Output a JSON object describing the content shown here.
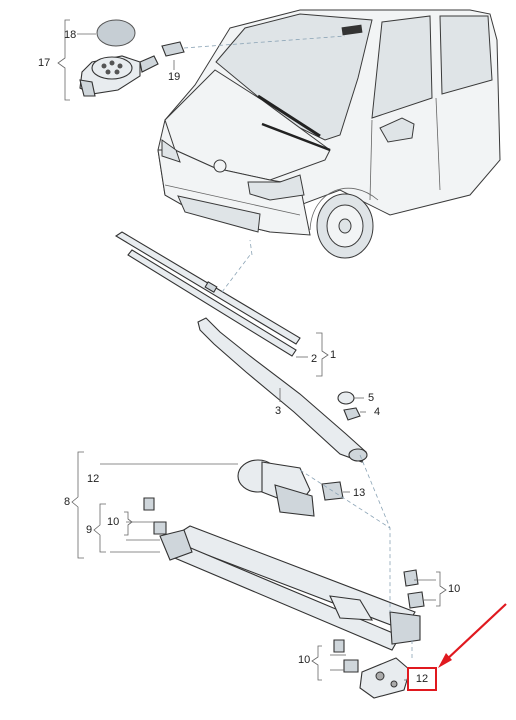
{
  "labels": {
    "l1": "1",
    "l2": "2",
    "l3": "3",
    "l4": "4",
    "l5": "5",
    "l8": "8",
    "l9": "9",
    "l10a": "10",
    "l10b": "10",
    "l10c": "10",
    "l12a": "12",
    "l12b": "12",
    "l13": "13",
    "l17": "17",
    "l18": "18",
    "l19": "19"
  },
  "colors": {
    "highlight": "#e0191f",
    "outline": "#333333",
    "part_fill": "#e8ecef"
  }
}
